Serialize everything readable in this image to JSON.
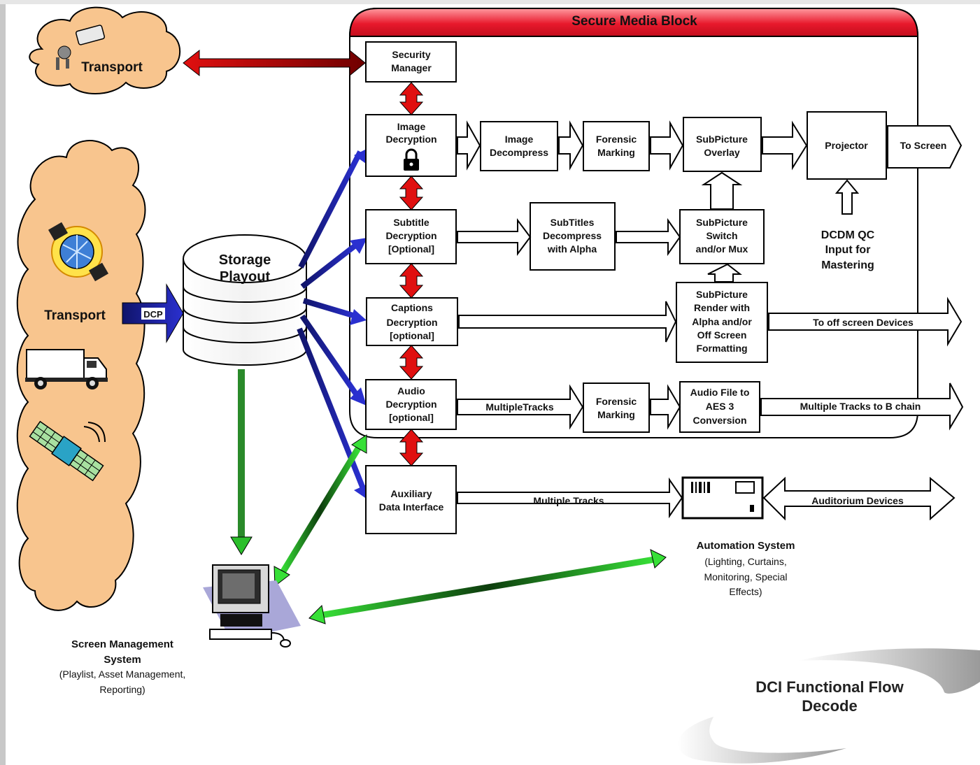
{
  "secure_block": {
    "title": "Secure Media Block"
  },
  "transport_top": {
    "label": "Transport"
  },
  "transport_left": {
    "label": "Transport",
    "dcp": "DCP"
  },
  "storage": {
    "line1": "Storage",
    "line2": "Playout"
  },
  "boxes": {
    "security_manager": [
      "Security",
      "Manager"
    ],
    "image_decryption": [
      "Image",
      "Decryption"
    ],
    "image_decompress": [
      "Image",
      "Decompress"
    ],
    "forensic_marking_1": [
      "Forensic",
      "Marking"
    ],
    "subpicture_overlay": [
      "SubPicture",
      "Overlay"
    ],
    "projector": [
      "Projector"
    ],
    "subtitle_decryption": [
      "Subtitle",
      "Decryption",
      "[Optional]"
    ],
    "subtitles_decompress": [
      "SubTitles",
      "Decompress",
      "with Alpha"
    ],
    "subpicture_switch": [
      "SubPicture",
      "Switch",
      "and/or Mux"
    ],
    "captions_decryption": [
      "Captions",
      "Decryption",
      "[optional]"
    ],
    "subpicture_render": [
      "SubPicture",
      "Render with",
      "Alpha and/or",
      "Off Screen",
      "Formatting"
    ],
    "audio_decryption": [
      "Audio",
      "Decryption",
      "[optional]"
    ],
    "forensic_marking_2": [
      "Forensic",
      "Marking"
    ],
    "audio_aes": [
      "Audio File to",
      "AES 3",
      "Conversion"
    ],
    "auxiliary_interface": [
      "Auxiliary",
      "Data Interface"
    ]
  },
  "arrow_labels": {
    "to_screen": "To Screen",
    "to_off_screen": "To off screen Devices",
    "multiple_tracks_audio": "MultipleTracks",
    "multiple_tracks_b_chain": "Multiple Tracks to B chain",
    "multiple_tracks_aux": "Multiple Tracks",
    "auditorium_devices": "Auditorium Devices"
  },
  "dcdm": [
    "DCDM QC",
    "Input for",
    "Mastering"
  ],
  "automation": {
    "title": "Automation System",
    "lines": [
      "(Lighting, Curtains,",
      "Monitoring, Special",
      "Effects)"
    ]
  },
  "sms": {
    "title_lines": [
      "Screen Management",
      "System"
    ],
    "lines": [
      "(Playlist, Asset Management,",
      "Reporting)"
    ]
  },
  "footer": {
    "line1": "DCI Functional Flow",
    "line2": "Decode"
  },
  "colors": {
    "secure_header": "#e8192c",
    "cloud_fill": "#f8c58e",
    "red_arrow": "#e01010",
    "blue_arrow": "#1b1f9e",
    "green_arrow": "#2bbf2b"
  }
}
